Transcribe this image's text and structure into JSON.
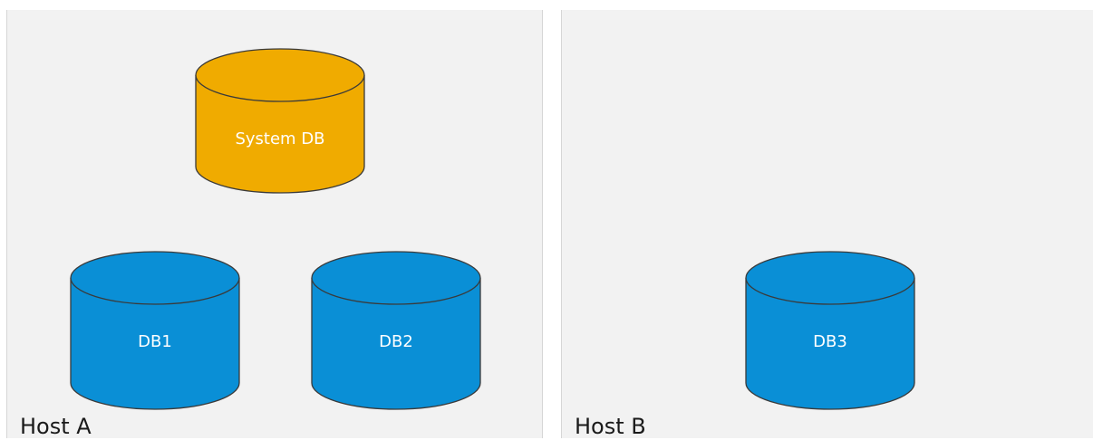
{
  "colors": {
    "system_db": "#f0ab00",
    "tenant_db": "#0a8fd6",
    "panel_bg": "#f2f2f2",
    "outline": "#3a3a3a"
  },
  "hosts": [
    {
      "label": "Host A"
    },
    {
      "label": "Host B"
    }
  ],
  "databases": {
    "system_db": {
      "label": "System DB",
      "host": "Host A"
    },
    "db1": {
      "label": "DB1",
      "host": "Host A"
    },
    "db2": {
      "label": "DB2",
      "host": "Host A"
    },
    "db3": {
      "label": "DB3",
      "host": "Host B"
    }
  }
}
